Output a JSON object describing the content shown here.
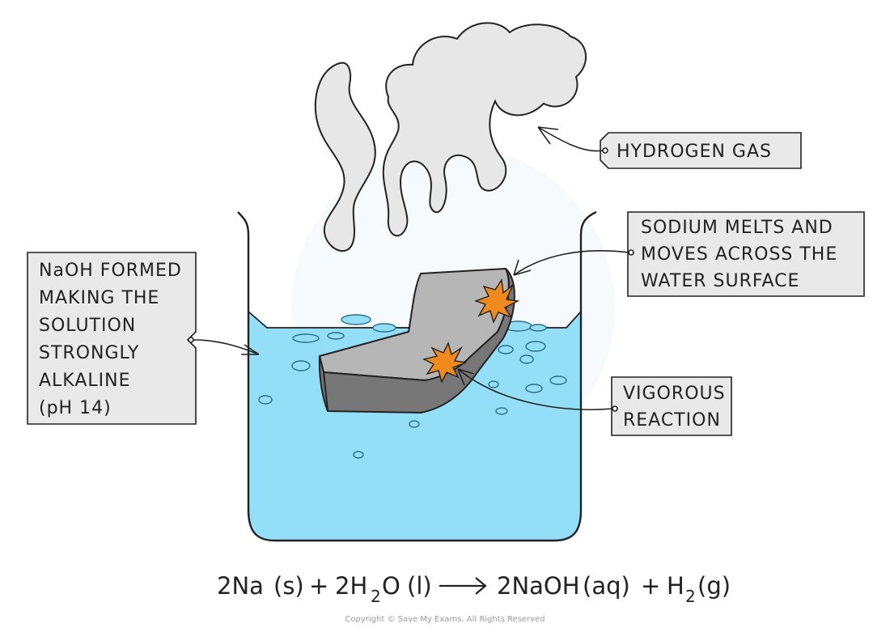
{
  "labels": {
    "hydrogen": "HYDROGEN  GAS",
    "sodium": [
      "SODIUM  MELTS  AND",
      "MOVES  ACROSS  THE",
      "WATER  SURFACE"
    ],
    "naoh": [
      "NaOH  FORMED",
      "MAKING  THE",
      "SOLUTION",
      "STRONGLY",
      "ALKALINE",
      "(pH  14)"
    ],
    "vigorous": [
      "VIGOROUS",
      "REACTION"
    ]
  },
  "equation": {
    "reactant1": "2Na",
    "reactant1_state": "(s)",
    "plus1": "+",
    "reactant2_pre": "2H",
    "reactant2_sub": "2",
    "reactant2_post": "O",
    "reactant2_state": "(l)",
    "product1": "2NaOH",
    "product1_state": "(aq)",
    "plus2": "+",
    "product2_pre": "H",
    "product2_sub": "2",
    "product2_state": "(g)"
  },
  "copyright": "Copyright © Save My Exams. All Rights Reserved",
  "colors": {
    "water": "#93dff7",
    "water_dark": "#7fd2ee",
    "smoke": "#e7e7e7",
    "sodium_top": "#b6b6b6",
    "sodium_front": "#777777",
    "spark": "#f08a1c",
    "label_box": "#e9e9e9",
    "outline": "#222222"
  }
}
